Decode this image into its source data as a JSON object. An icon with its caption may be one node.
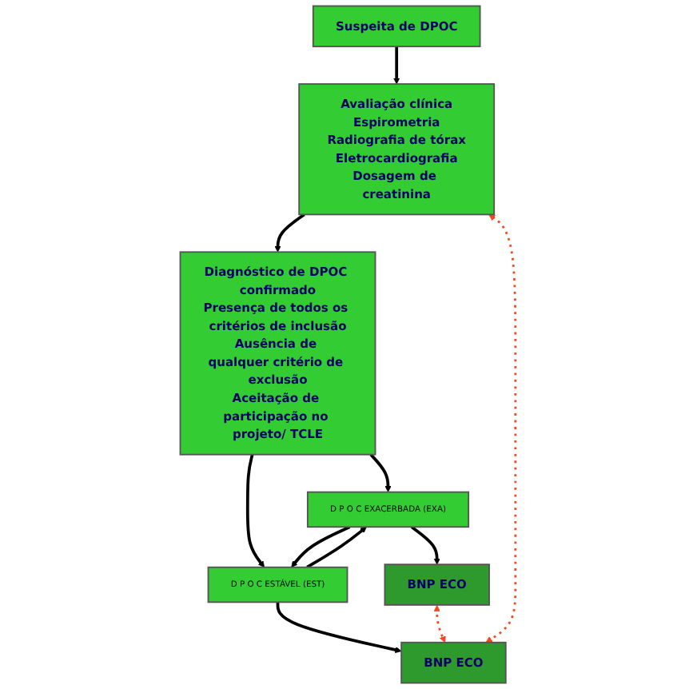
{
  "diagram": {
    "nodes": [
      {
        "text": [
          "Suspeita de DPOC"
        ]
      },
      {
        "text": [
          "Avaliação clínica",
          "Espirometria",
          "Radiografia de tórax",
          "Eletrocardiografia",
          "Dosagem de creatinina"
        ]
      },
      {
        "text": [
          "Diagnóstico de DPOC confirmado",
          "Presença de todos os critérios de inclusão",
          "Ausência de qualquer critério de exclusão",
          "Aceitação de participação no projeto/ TCLE"
        ]
      },
      {
        "text": [
          "D P O C EXACERBADA (EXA)"
        ]
      },
      {
        "text": [
          "D P O C ESTÁVEL (EST)"
        ]
      },
      {
        "text": [
          "BNP ECO"
        ]
      },
      {
        "text": [
          "BNP ECO"
        ]
      }
    ],
    "edges": [
      {
        "from": 0,
        "to": 1,
        "arrow": "to"
      },
      {
        "from": 1,
        "to": 2,
        "arrow": "to"
      },
      {
        "from": 2,
        "to": 3,
        "arrow": "to"
      },
      {
        "from": 2,
        "to": 4,
        "arrow": "to"
      },
      {
        "from": 3,
        "to": 4,
        "arrow": "to"
      },
      {
        "from": 4,
        "to": 3,
        "arrow": "to"
      },
      {
        "from": 3,
        "to": 5,
        "arrow": "to"
      },
      {
        "from": 4,
        "to": 6,
        "arrow": "to"
      },
      {
        "from": 5,
        "to": 6,
        "arrow": "both",
        "style": "dashed",
        "color": "#f04a1e"
      },
      {
        "from": 6,
        "to": 1,
        "arrow": "both",
        "style": "dashed",
        "color": "#f04a1e"
      }
    ]
  }
}
